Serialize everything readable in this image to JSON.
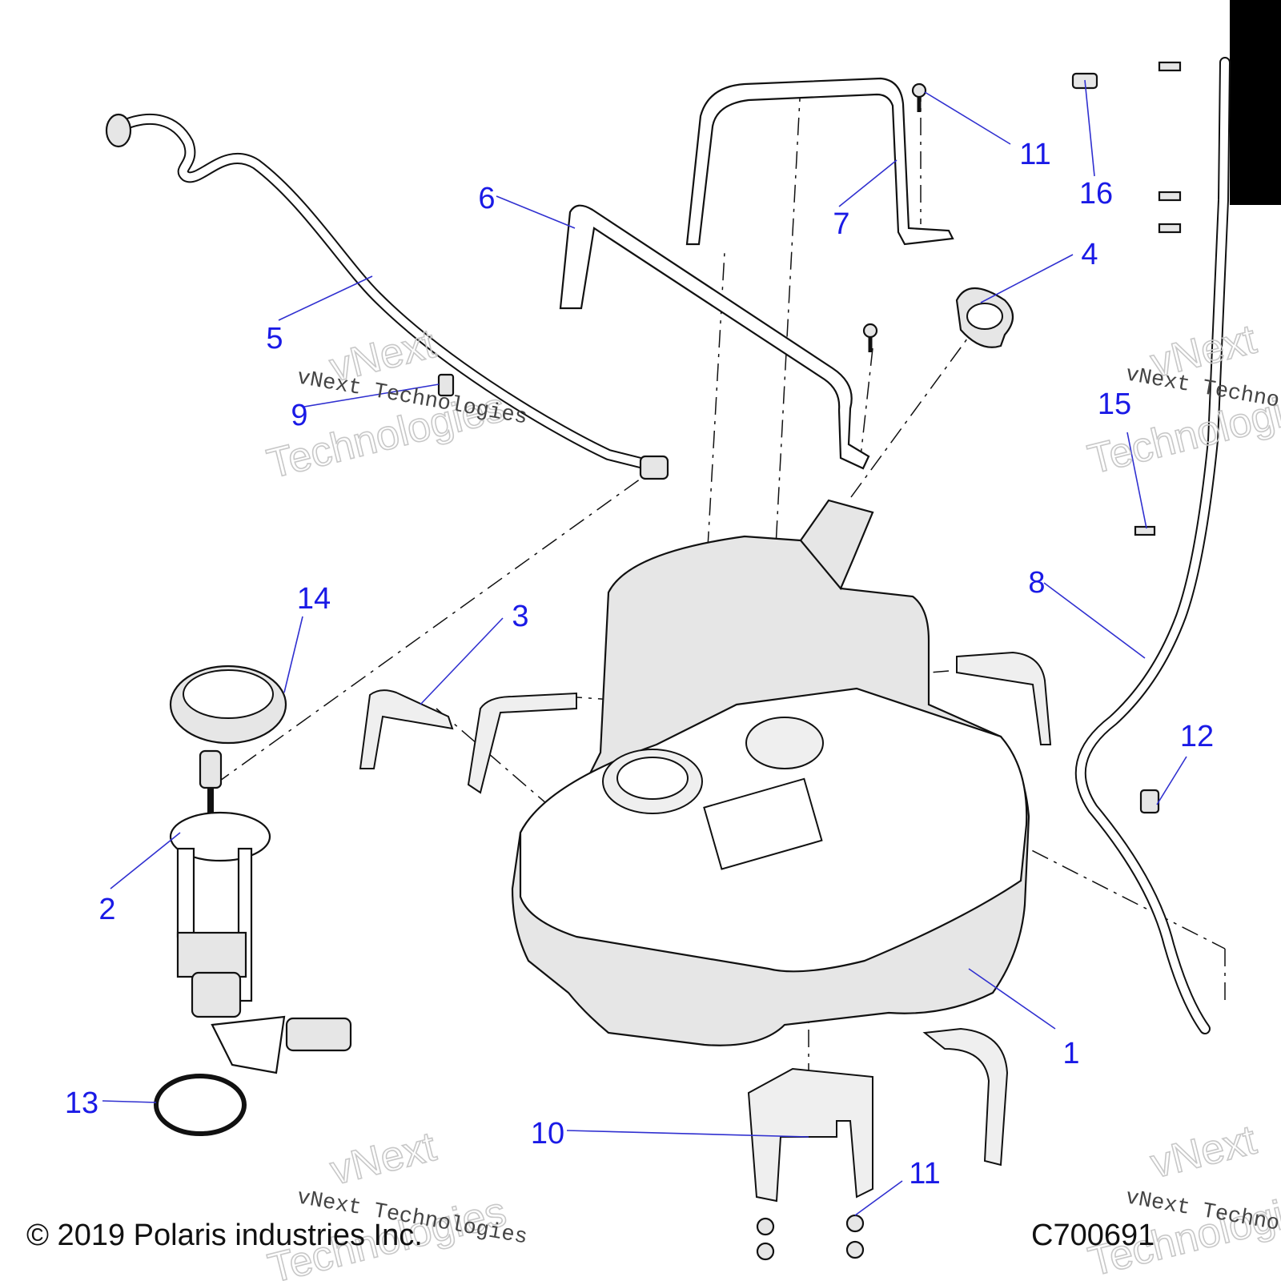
{
  "callouts": {
    "c1": "1",
    "c2": "2",
    "c3": "3",
    "c4": "4",
    "c5": "5",
    "c6": "6",
    "c7": "7",
    "c8": "8",
    "c9": "9",
    "c10": "10",
    "c11a": "11",
    "c11b": "11",
    "c12": "12",
    "c13": "13",
    "c14": "14",
    "c15": "15",
    "c16": "16"
  },
  "watermark": {
    "outline_line1": "vNext",
    "outline_line2": "Technologies",
    "serif_text": "vNext Technologies"
  },
  "footer": {
    "copyright": "© 2019 Polaris industries Inc.",
    "part_code": "C700691"
  },
  "colors": {
    "callout": "#1a1ae6",
    "leader": "#3030d0",
    "part_fill": "#e6e6e6"
  }
}
